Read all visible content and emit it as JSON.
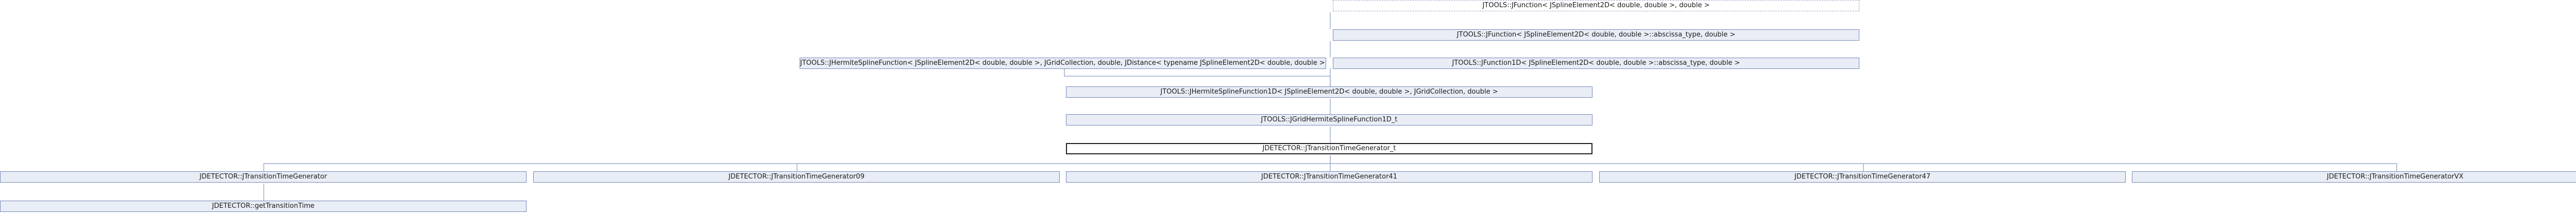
{
  "diagram": {
    "nodes": {
      "function_base": "JTOOLS::JFunction< JSplineElement2D< double, double >, double >",
      "function_abscissa": "JTOOLS::JFunction< JSplineElement2D< double, double >::abscissa_type, double >",
      "hermite_spline_function": "JTOOLS::JHermiteSplineFunction< JSplineElement2D< double, double >, JGridCollection, double, JDistance< typename JSplineElement2D< double, double >::abscissa_type > >",
      "function1d": "JTOOLS::JFunction1D< JSplineElement2D< double, double >::abscissa_type, double >",
      "hermite_spline_function1d": "JTOOLS::JHermiteSplineFunction1D< JSplineElement2D< double, double >, JGridCollection, double >",
      "grid_hermite": "JTOOLS::JGridHermiteSplineFunction1D_t",
      "transition_time_generator": "JDETECTOR::JTransitionTimeGenerator_t",
      "generator": "JDETECTOR::JTransitionTimeGenerator",
      "generator_09": "JDETECTOR::JTransitionTimeGenerator09",
      "generator_41": "JDETECTOR::JTransitionTimeGenerator41",
      "generator_47": "JDETECTOR::JTransitionTimeGenerator47",
      "generator_vx": "JDETECTOR::JTransitionTimeGeneratorVX",
      "get_transition_time": "JDETECTOR::getTransitionTime"
    },
    "colors": {
      "node_fill": "#e9edf6",
      "node_border": "#7488b8",
      "edge": "#8b9ac2",
      "current_border": "#202020"
    }
  }
}
